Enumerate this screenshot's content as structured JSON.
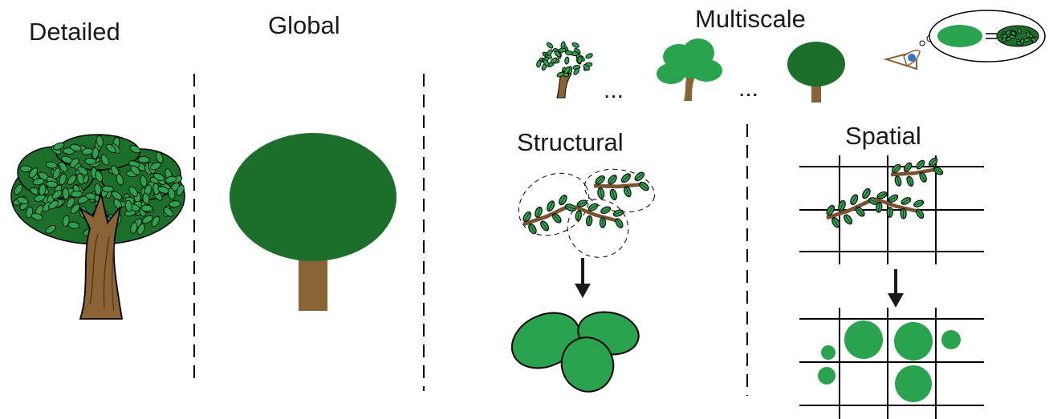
{
  "labels": {
    "detailed": "Detailed",
    "global": "Global",
    "multiscale": "Multiscale",
    "structural": "Structural",
    "spatial": "Spatial",
    "ellipsis_1": "...",
    "ellipsis_2": "..."
  },
  "colors": {
    "leaf_light": "#2aa34e",
    "leaf_dark": "#1b6f2b",
    "leaf_mid": "#1e8b3a",
    "trunk": "#8b6436",
    "outline": "#000000"
  }
}
